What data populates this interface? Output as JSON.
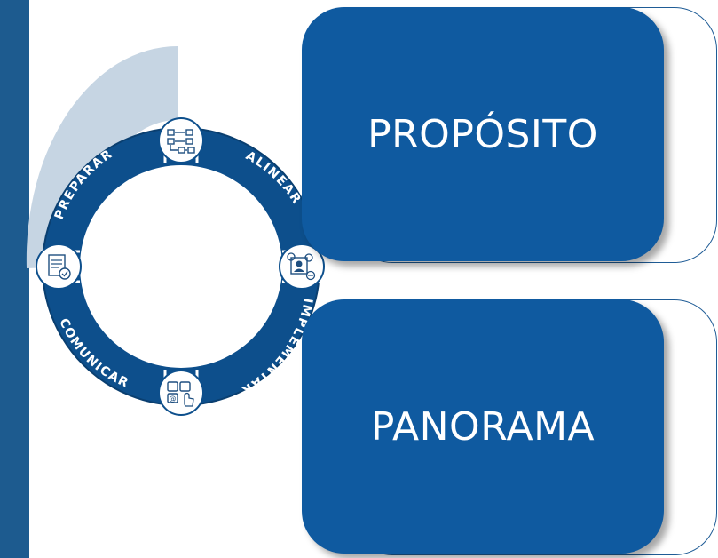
{
  "cycle": {
    "stages": [
      {
        "label": "PREPARAR",
        "icon": "workflow-icon"
      },
      {
        "label": "ALINEAR",
        "icon": "team-settings-icon"
      },
      {
        "label": "IMPLEMENTAR",
        "icon": "contact-click-icon"
      },
      {
        "label": "COMUNICAR",
        "icon": "document-approval-icon"
      }
    ]
  },
  "panels": [
    {
      "label": "PROPÓSITO"
    },
    {
      "label": "PANORAMA"
    }
  ],
  "colors": {
    "ring": "#0d4f8c",
    "arc": "#c6d5e3",
    "panel": "#0f5aa0",
    "sidebar": "#1d5b8f"
  }
}
